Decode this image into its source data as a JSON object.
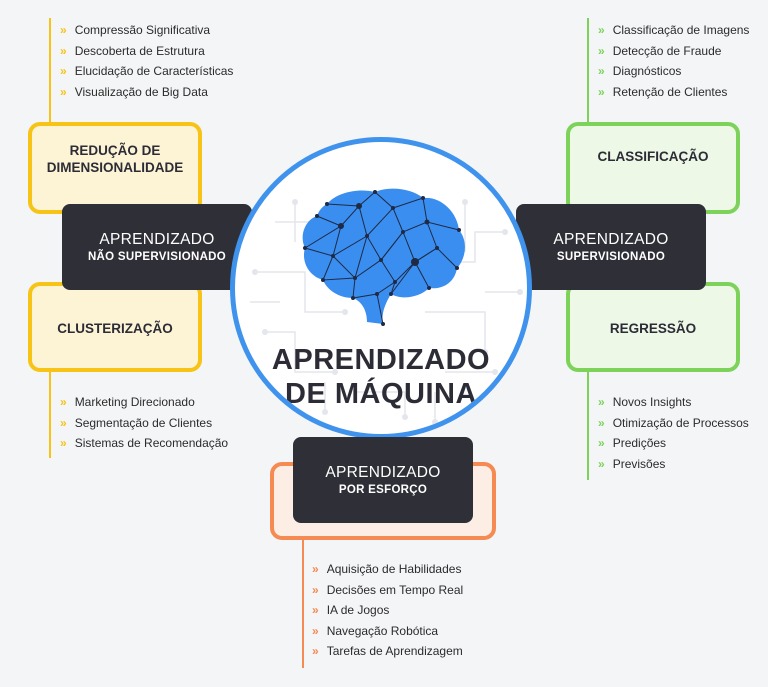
{
  "center": {
    "title_line1": "APRENDIZADO",
    "title_line2": "DE MÁQUINA",
    "icon": "brain-network-icon"
  },
  "colors": {
    "yellow": "#f7c316",
    "green": "#7dd35a",
    "orange": "#f58a52",
    "blue": "#3f93ed",
    "dark": "#2f2f38"
  },
  "bullet_glyph": "»",
  "unsupervised": {
    "line1": "APRENDIZADO",
    "line2": "NÃO SUPERVISIONADO",
    "dimensionality": {
      "label": "REDUÇÃO DE DIMENSIONALIDADE",
      "items": [
        "Compressão Significativa",
        "Descoberta de Estrutura",
        "Elucidação de Características",
        "Visualização de Big Data"
      ]
    },
    "clustering": {
      "label": "CLUSTERIZAÇÃO",
      "items": [
        "Marketing Direcionado",
        "Segmentação de Clientes",
        "Sistemas de Recomendação"
      ]
    }
  },
  "supervised": {
    "line1": "APRENDIZADO",
    "line2": "SUPERVISIONADO",
    "classification": {
      "label": "CLASSIFICAÇÃO",
      "items": [
        "Classificação de Imagens",
        "Detecção de Fraude",
        "Diagnósticos",
        "Retenção de Clientes"
      ]
    },
    "regression": {
      "label": "REGRESSÃO",
      "items": [
        "Novos Insights",
        "Otimização de Processos",
        "Predições",
        "Previsões"
      ]
    }
  },
  "reinforcement": {
    "line1": "APRENDIZADO",
    "line2": "POR ESFORÇO",
    "items": [
      "Aquisição de Habilidades",
      "Decisões em Tempo Real",
      "IA de Jogos",
      "Navegação Robótica",
      "Tarefas de Aprendizagem"
    ]
  }
}
